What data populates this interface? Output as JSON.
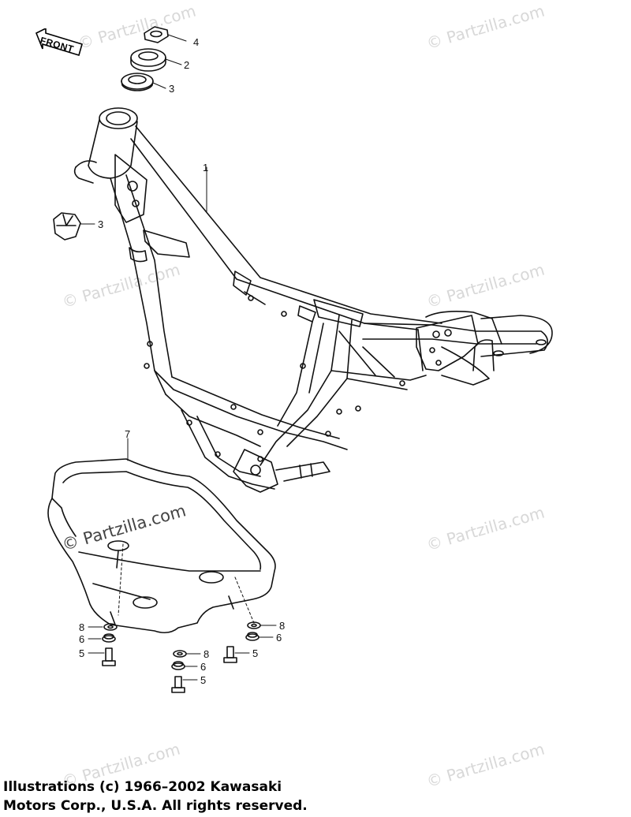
{
  "watermark_text": "© Partzilla.com",
  "front_label": "FRONT",
  "callouts": {
    "c4": "4",
    "c2": "2",
    "c3a": "3",
    "c1": "1",
    "c3b": "3",
    "c7": "7",
    "c8a": "8",
    "c6a": "6",
    "c5a": "5",
    "c8b": "8",
    "c6b": "6",
    "c5b": "5",
    "c8c": "8",
    "c6c": "6",
    "c5c": "5"
  },
  "copyright": {
    "line1": "Illustrations (c) 1966–2002 Kawasaki",
    "line2": "Motors Corp., U.S.A.  All rights reserved."
  },
  "colors": {
    "line": "#111111",
    "watermark": "#d8d8d8"
  }
}
